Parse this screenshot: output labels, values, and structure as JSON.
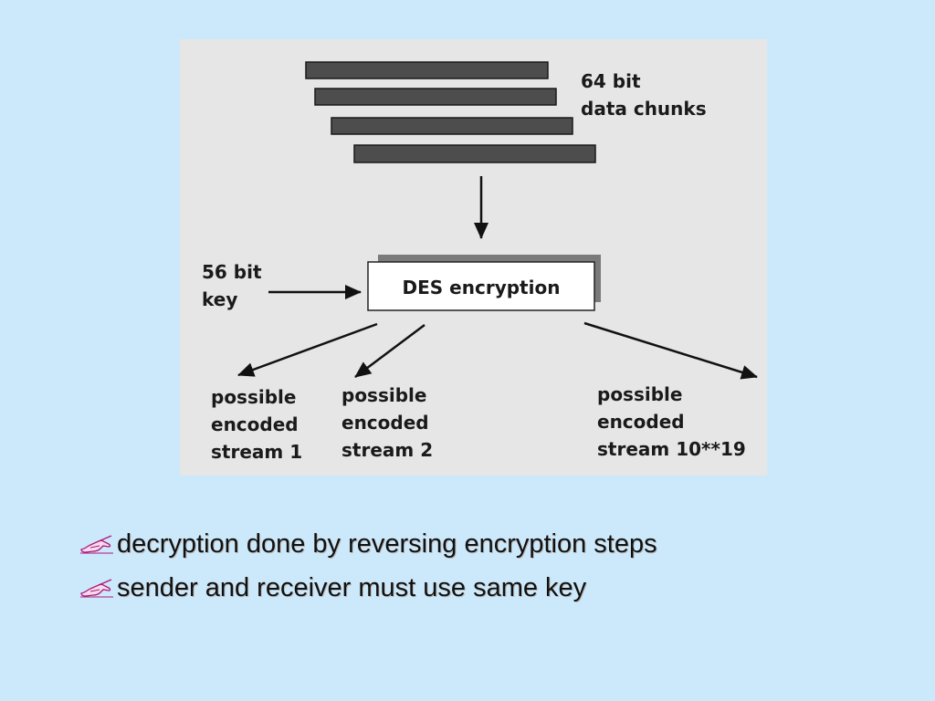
{
  "diagram": {
    "data_chunks_label": [
      "64 bit",
      "data chunks"
    ],
    "key_label": [
      "56 bit",
      "key"
    ],
    "encryption_box_label": "DES encryption",
    "outputs": [
      [
        "possible",
        "encoded",
        "stream 1"
      ],
      [
        "possible",
        "encoded",
        "stream 2"
      ],
      [
        "possible",
        "encoded",
        "stream 10**19"
      ]
    ]
  },
  "bullets": [
    "decryption done by reversing encryption steps",
    "sender and receiver must use same key"
  ],
  "colors": {
    "background": "#cce9fb",
    "diagram_panel": "#e6e6e6",
    "data_chunk": "#4d4d4d",
    "bullet_icon": "#b0187a"
  },
  "icons": {
    "bullet": "hand-writing-icon"
  }
}
